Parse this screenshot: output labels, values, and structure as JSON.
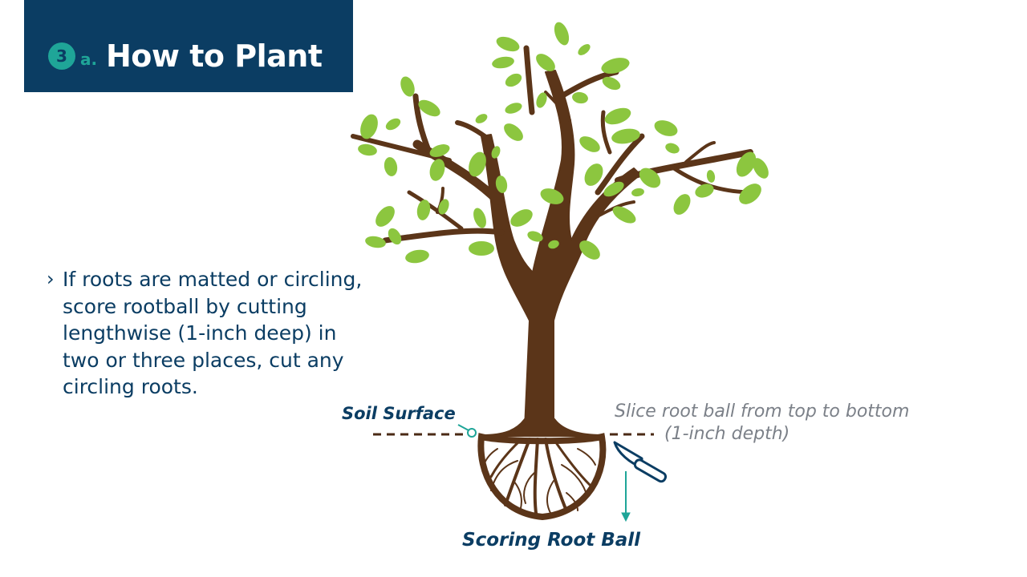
{
  "header": {
    "step_number": "3",
    "step_sub": "a.",
    "title": "How to Plant"
  },
  "bullet": {
    "marker": "›",
    "text": "If roots are matted or circling, score rootball by cutting lengthwise (1-inch deep) in two or three places, cut any circling roots."
  },
  "labels": {
    "soil_surface": "Soil Surface",
    "slice_line1": "Slice root ball from top to bottom",
    "slice_line2": "(1-inch depth)",
    "scoring": "Scoring Root Ball"
  },
  "colors": {
    "header_bg": "#0b3d63",
    "accent_teal": "#1fa598",
    "trunk_brown": "#5b3519",
    "leaf_green": "#8cc63f",
    "soil_line": "#4a2a14"
  },
  "icons": {
    "knife": "knife-icon",
    "arrow": "arrow-down-icon"
  }
}
